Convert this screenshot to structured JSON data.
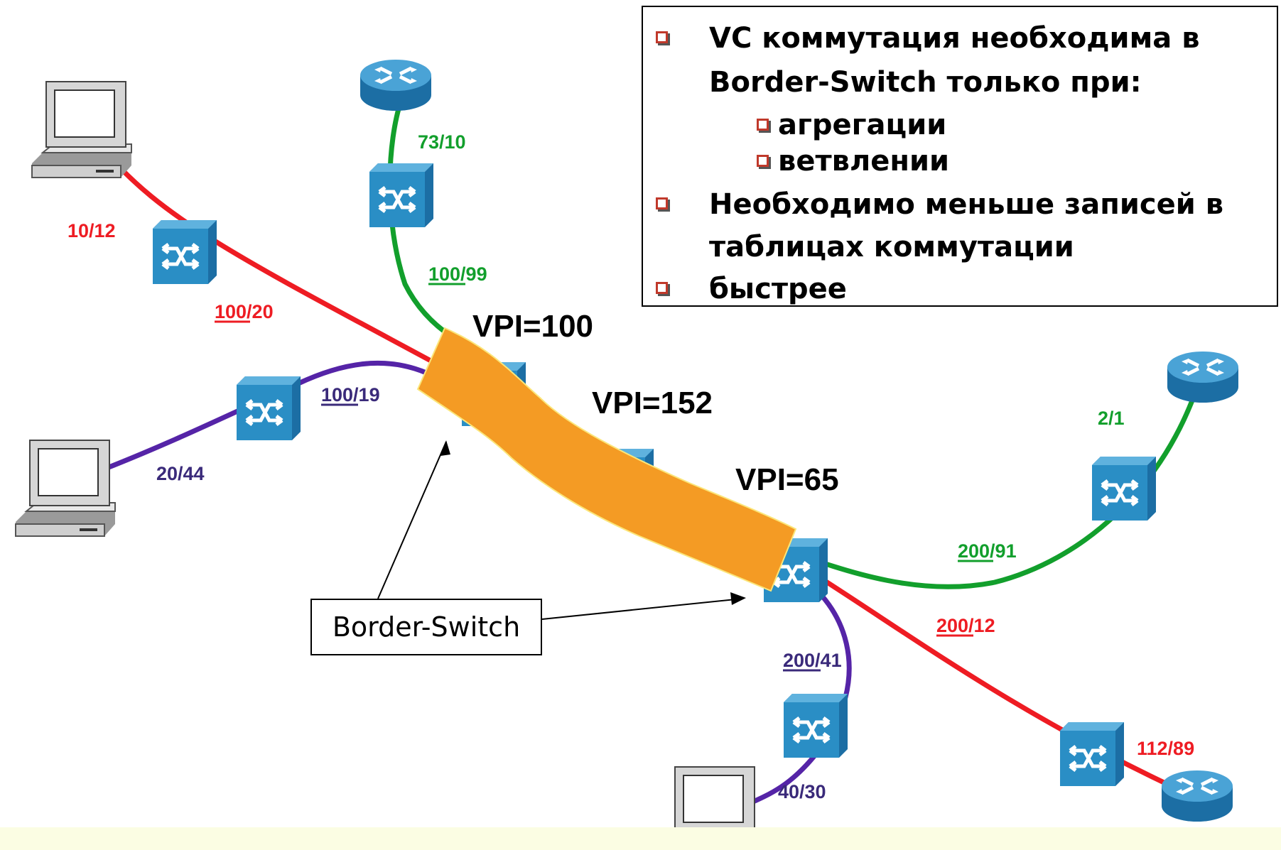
{
  "colors": {
    "red": "#ee1c23",
    "green": "#129f2c",
    "purple": "#5524a7",
    "bundle": "#f49b24",
    "switch_blue": "#2a8ec5",
    "router_blue": "#3f96c8"
  },
  "labels": {
    "pc1_red_access": "10/12",
    "red_to_border": "100/20",
    "green_top": "73/10",
    "green_to_border": "100/99",
    "purple_to_border": "100/19",
    "purple_access": "20/44",
    "green_right_access": "2/1",
    "green_from_border": "200/91",
    "red_from_border": "200/12",
    "purple_from_border": "200/41",
    "purple_bottom_access": "40/30",
    "red_right_access": "112/89"
  },
  "vpi": {
    "v100": "VPI=100",
    "v152": "VPI=152",
    "v65": "VPI=65"
  },
  "note": {
    "line1": "VC коммутация необходима в",
    "line2": "Border-Switch  только при:",
    "sub1": "агрегации",
    "sub2": "ветвлении",
    "line3": "Необходимо меньше записей в",
    "line4": "таблицах коммутации",
    "line5": "быстрее"
  },
  "border_switch_label": "Border-Switch",
  "icons": {
    "pc": "computer-icon",
    "switch": "atm-switch-icon",
    "router": "router-icon"
  }
}
